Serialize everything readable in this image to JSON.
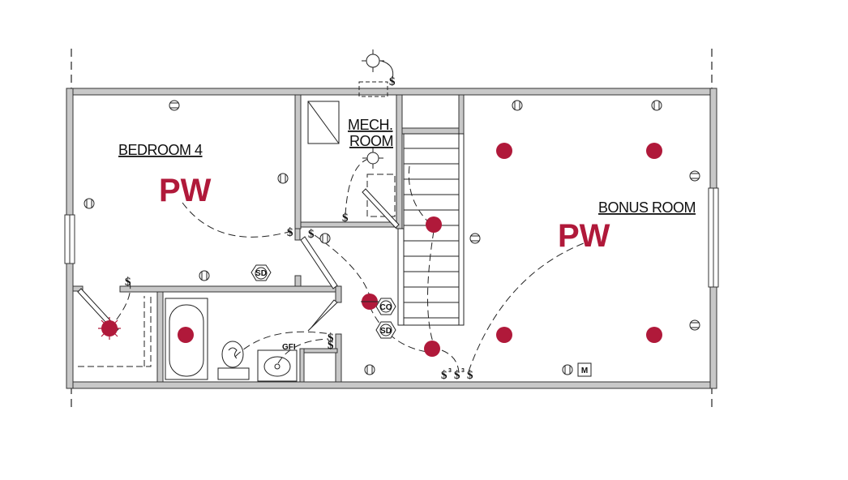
{
  "colors": {
    "wall": "#c8c8c8",
    "wall_stroke": "#333333",
    "accent": "#b0193a",
    "line": "#222222"
  },
  "rooms": {
    "bedroom": "BEDROOM 4",
    "mech_line1": "MECH.",
    "mech_line2": "ROOM",
    "bonus": "BONUS ROOM"
  },
  "markers": {
    "pw_bedroom": "PW",
    "pw_bonus": "PW"
  },
  "symbols": {
    "smoke_detector": "SD",
    "co_detector": "CO",
    "gfi": "GFI",
    "meter": "M",
    "switch": "$",
    "switch_3way": "3"
  },
  "icons": [
    "ceiling-light-icon",
    "wall-outlet-icon",
    "smoke-detector-icon",
    "co-detector-icon",
    "switch-icon",
    "recessed-light-icon",
    "toilet-icon",
    "sink-icon",
    "bathtub-icon",
    "panel-icon"
  ]
}
